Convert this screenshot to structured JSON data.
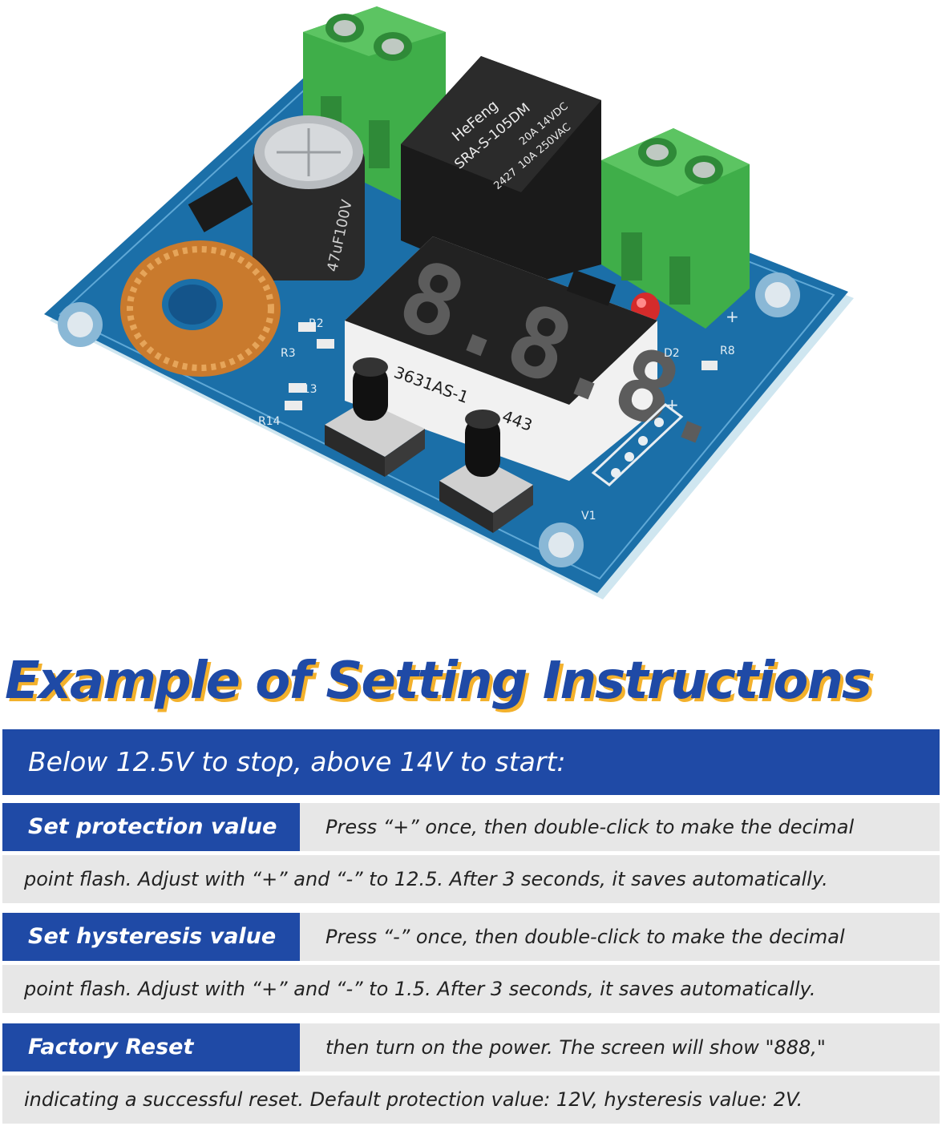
{
  "photo": {
    "relay_brand": "HeFeng",
    "relay_model": "SRA-S-105DM",
    "relay_rating_1": "20A 14VDC",
    "relay_rating_2": "10A 250VAC",
    "relay_code": "2427",
    "capacitor_text": "47uF100V",
    "display_digits": "8.8.8.",
    "display_model": "3631AS-1",
    "display_code": "443",
    "silk_r2": "R2",
    "silk_r3": "R3",
    "silk_r13": "R13",
    "silk_r14": "R14",
    "silk_d2": "D2",
    "silk_r8": "R8",
    "silk_v1": "V1",
    "silk_plus_1": "+",
    "silk_plus_2": "+"
  },
  "heading": "Example of Setting Instructions",
  "banner": "Below 12.5V to stop, above 14V to start:",
  "sections": [
    {
      "tag": "Set protection value",
      "line1": "Press “+” once, then double-click to make the decimal",
      "line2": "point flash. Adjust with “+” and “-” to 12.5. After 3 seconds, it saves automatically."
    },
    {
      "tag": "Set hysteresis value",
      "line1": "Press “-” once, then double-click to make the decimal",
      "line2": "point flash. Adjust with “+” and “-” to 1.5. After 3 seconds, it saves automatically."
    },
    {
      "tag": "Factory Reset",
      "line1": "then turn on the power. The screen will show \"888,\"",
      "line2": "indicating a successful reset. Default protection value: 12V, hysteresis value: 2V."
    }
  ],
  "colors": {
    "accent_blue": "#1f4aa6",
    "heading_shadow": "#f3b12c",
    "row_gray": "#e7e7e7",
    "pcb_blue": "#1b6fa8",
    "terminal_green": "#3fae49"
  }
}
